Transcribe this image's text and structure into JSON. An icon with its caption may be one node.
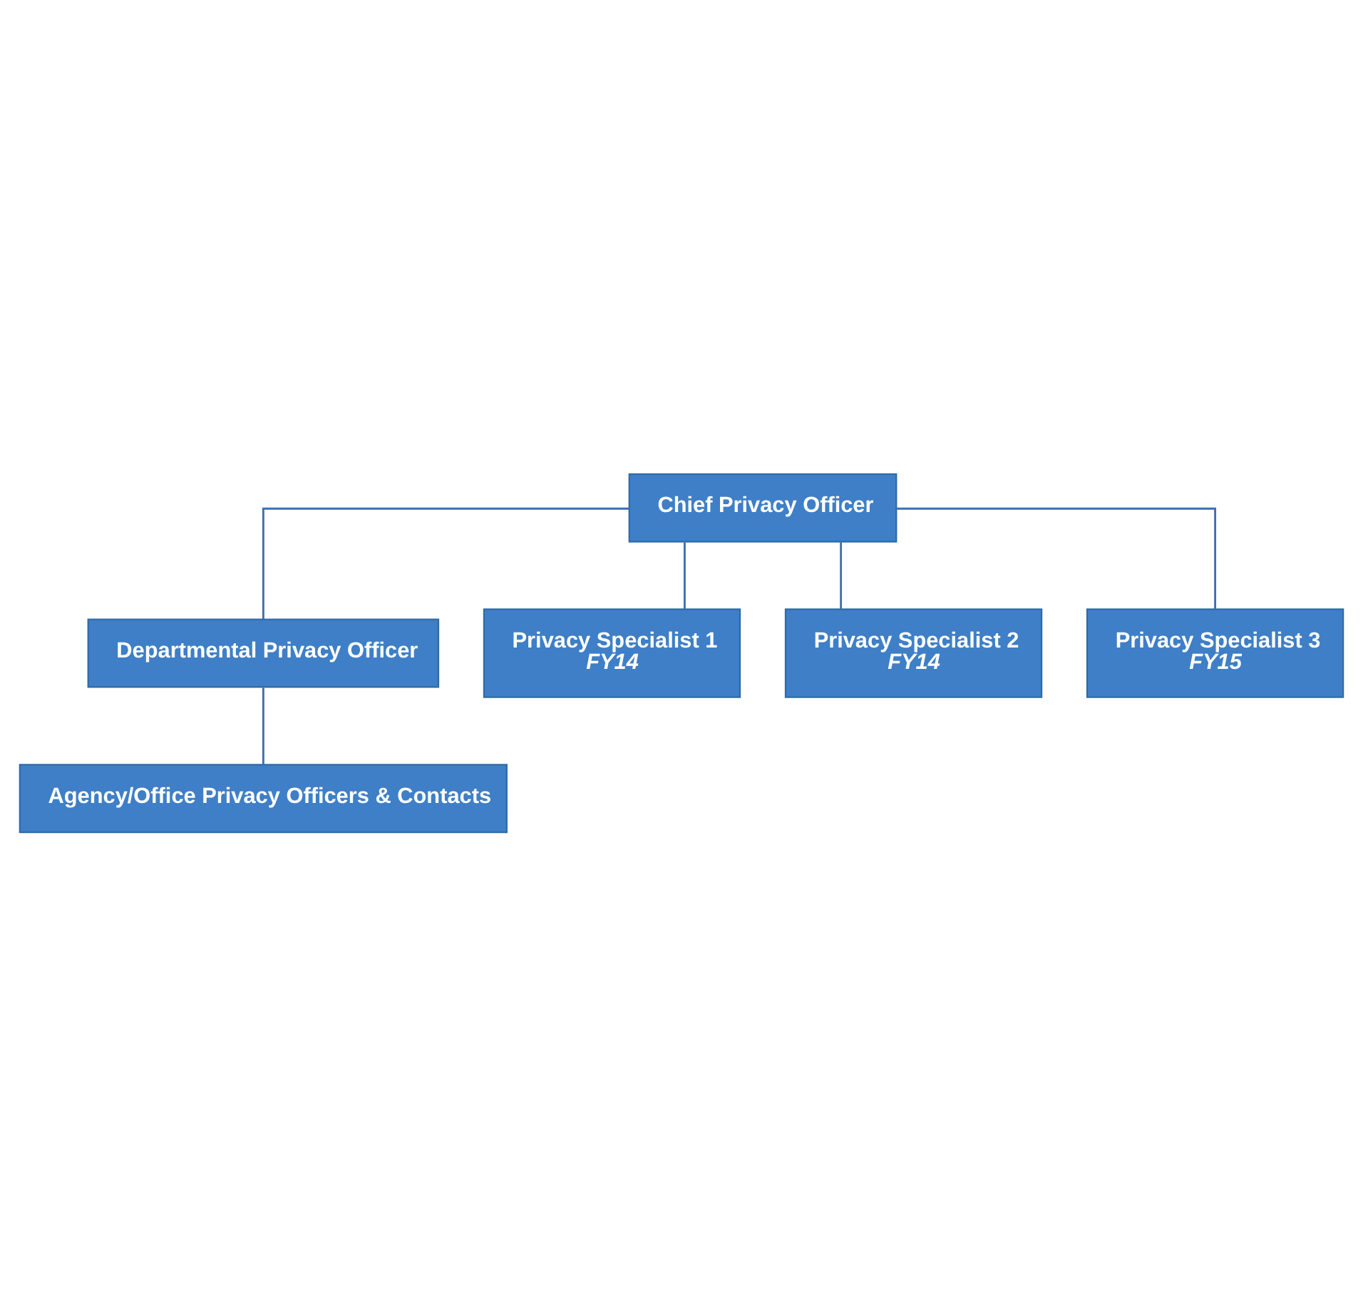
{
  "diagram": {
    "nodes": [
      {
        "text": [
          "Chief Privacy Officer"
        ]
      },
      {
        "text": [
          "Departmental Privacy Officer"
        ]
      },
      {
        "text": [
          "Privacy Specialist 1",
          "FY14"
        ]
      },
      {
        "text": [
          "Privacy Specialist 2",
          "FY14"
        ]
      },
      {
        "text": [
          "Privacy Specialist 3",
          "FY15"
        ]
      },
      {
        "text": [
          "Agency/Office Privacy Officers & Contacts"
        ]
      }
    ],
    "edges": [
      {
        "from": 0,
        "to": 1,
        "arrow": "none"
      },
      {
        "from": 0,
        "to": 2,
        "arrow": "none"
      },
      {
        "from": 0,
        "to": 3,
        "arrow": "none"
      },
      {
        "from": 0,
        "to": 4,
        "arrow": "none"
      },
      {
        "from": 1,
        "to": 5,
        "arrow": "none"
      }
    ]
  }
}
